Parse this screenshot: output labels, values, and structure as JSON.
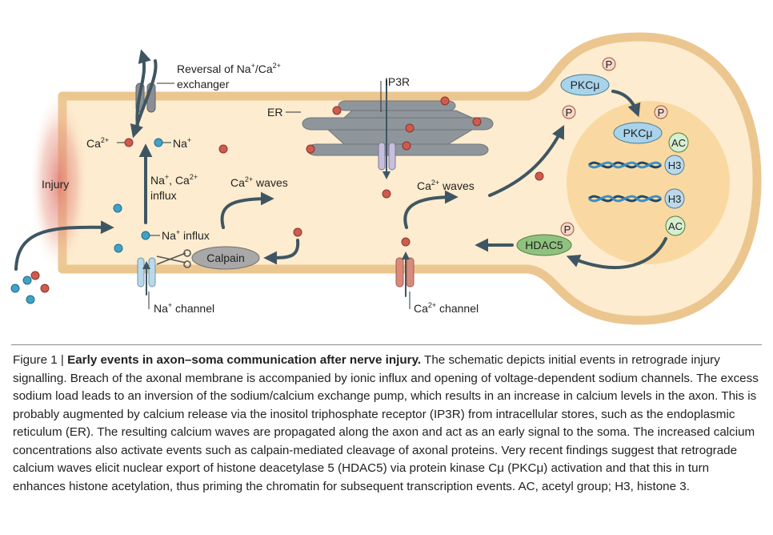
{
  "labels": {
    "injury": "Injury",
    "reversal_line1": "Reversal of Na",
    "reversal_plus": "+",
    "reversal_slash": "/Ca",
    "reversal_2plus": "2+",
    "reversal_line2": "exchanger",
    "ca": "Ca",
    "ca_sup": "2+",
    "na": "Na",
    "na_sup": "+",
    "influx_line1_a": "Na",
    "influx_line1_sup1": "+",
    "influx_line1_b": ", Ca",
    "influx_line1_sup2": "2+",
    "influx_line2": "influx",
    "na_influx": "Na",
    "na_influx_sup": "+",
    "na_influx_rest": " influx",
    "ca_waves_1": "Ca",
    "ca_waves_1_sup": "2+",
    "ca_waves_1_rest": " waves",
    "ca_waves_2": "Ca",
    "ca_waves_2_sup": "2+",
    "ca_waves_2_rest": " waves",
    "er": "ER",
    "ip3r": "IP3R",
    "calpain": "Calpain",
    "na_channel": "Na",
    "na_channel_sup": "+",
    "na_channel_rest": " channel",
    "ca_channel": "Ca",
    "ca_channel_sup": "2+",
    "ca_channel_rest": " channel",
    "pkc1": "PKCμ",
    "pkc2": "PKCμ",
    "p": "P",
    "ac": "AC",
    "h3": "H3",
    "hdac5": "HDAC5"
  },
  "caption": {
    "prefix": "Figure 1 | ",
    "title": "Early events in axon–soma communication after nerve injury.",
    "body": " The schematic depicts initial events in retrograde injury signalling. Breach of the axonal membrane is accompanied by ionic influx and opening of voltage-dependent sodium channels. The excess sodium load leads to an inversion of the sodium/calcium exchange pump, which results in an increase in calcium levels in the axon. This is probably augmented by calcium release via the inositol triphosphate receptor (IP3R) from intracellular stores, such as the endoplasmic reticulum (ER). The resulting calcium waves are propagated along the axon and act as an early signal to the soma. The increased calcium concentrations also activate events such as calpain-mediated cleavage of axonal proteins. Very recent findings suggest that retrograde calcium waves elicit nuclear export of histone deacetylase 5 (HDAC5) via protein kinase Cμ (PKCμ) activation and that this in turn enhances histone acetylation, thus priming the chromatin for subsequent transcription events. AC, acetyl group; H3, histone 3."
  },
  "colors": {
    "axon_fill": "#fdeccf",
    "membrane": "#ecc68f",
    "nucleus": "#f9d9a1",
    "arrow": "#3f5662",
    "calcium": "#cf5a4e",
    "sodium": "#3fa3c8",
    "pkc": "#a8d3ea",
    "hdac": "#8fc27e",
    "calpain": "#a8a8a8",
    "er": "#8e969c"
  }
}
